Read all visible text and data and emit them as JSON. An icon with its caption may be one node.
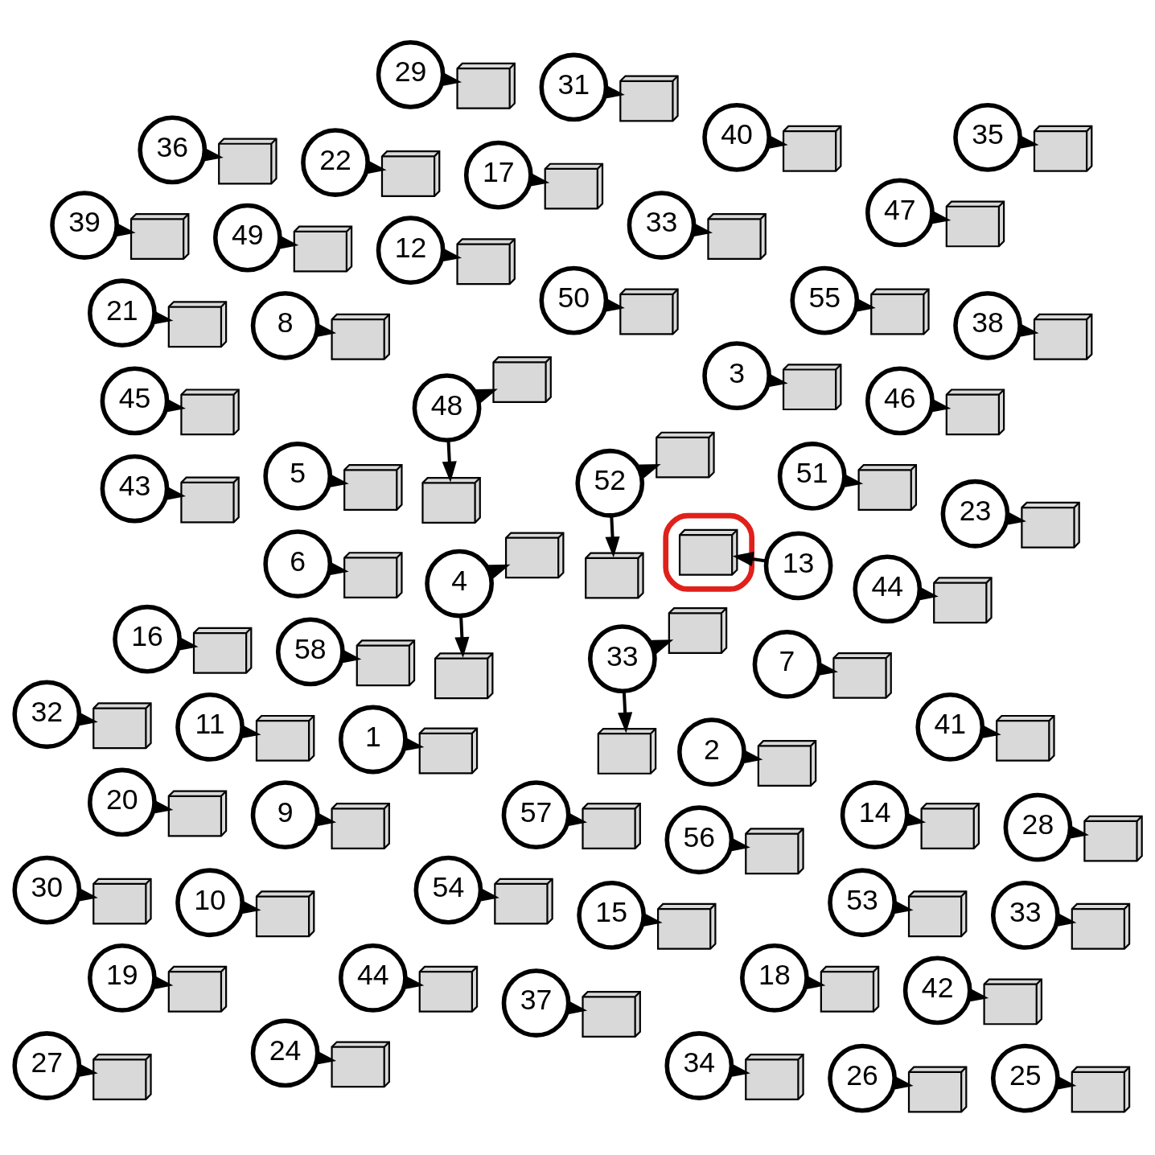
{
  "diagram": {
    "nodes": [
      {
        "text": [
          "1"
        ]
      },
      {
        "text": [],
        "shape": "picture"
      },
      {
        "text": [
          "2"
        ]
      },
      {
        "text": [],
        "shape": "picture"
      },
      {
        "text": [
          "3"
        ]
      },
      {
        "text": [],
        "shape": "picture"
      },
      {
        "text": [
          "58"
        ]
      },
      {
        "text": [],
        "shape": "picture"
      },
      {
        "text": [
          "57"
        ]
      },
      {
        "text": [],
        "shape": "picture"
      },
      {
        "text": [
          "4"
        ]
      },
      {
        "text": [],
        "shape": "picture"
      },
      {
        "text": [],
        "shape": "picture"
      },
      {
        "text": [
          "5"
        ]
      },
      {
        "text": [],
        "shape": "picture"
      },
      {
        "text": [
          "6"
        ]
      },
      {
        "text": [],
        "shape": "picture"
      },
      {
        "text": [
          "7"
        ]
      },
      {
        "text": [],
        "shape": "picture"
      },
      {
        "text": [
          "8"
        ]
      },
      {
        "text": [],
        "shape": "picture"
      },
      {
        "text": [
          "9"
        ]
      },
      {
        "text": [],
        "shape": "picture"
      },
      {
        "text": [
          "56"
        ]
      },
      {
        "text": [],
        "shape": "picture"
      },
      {
        "text": [
          "51"
        ]
      },
      {
        "text": [],
        "shape": "picture"
      },
      {
        "text": [
          "50"
        ]
      },
      {
        "text": [],
        "shape": "picture"
      },
      {
        "text": [
          "55"
        ]
      },
      {
        "text": [],
        "shape": "picture"
      },
      {
        "text": [
          "54"
        ]
      },
      {
        "text": [],
        "shape": "picture"
      },
      {
        "text": [
          "53"
        ]
      },
      {
        "text": [],
        "shape": "picture"
      },
      {
        "text": [
          "52"
        ]
      },
      {
        "text": [],
        "shape": "picture"
      },
      {
        "text": [],
        "shape": "picture"
      },
      {
        "text": [
          "12"
        ]
      },
      {
        "text": [],
        "shape": "picture"
      },
      {
        "text": [
          "11"
        ]
      },
      {
        "text": [],
        "shape": "picture"
      },
      {
        "text": [
          "10"
        ]
      },
      {
        "text": [],
        "shape": "picture"
      },
      {
        "text": [
          "15"
        ]
      },
      {
        "text": [],
        "shape": "picture"
      },
      {
        "text": [
          "14"
        ]
      },
      {
        "text": [],
        "shape": "picture"
      },
      {
        "text": [
          "49"
        ]
      },
      {
        "text": [],
        "shape": "picture"
      },
      {
        "text": [],
        "shape": "box"
      },
      {
        "text": [],
        "shape": "picture",
        "in": 50
      },
      {
        "text": [
          "13"
        ]
      },
      {
        "text": [
          "48"
        ]
      },
      {
        "text": [],
        "shape": "picture"
      },
      {
        "text": [],
        "shape": "picture"
      },
      {
        "text": [
          "44"
        ]
      },
      {
        "text": [],
        "shape": "picture"
      },
      {
        "text": [
          "33"
        ]
      },
      {
        "text": [],
        "shape": "picture"
      },
      {
        "text": [
          "46"
        ]
      },
      {
        "text": [],
        "shape": "picture"
      },
      {
        "text": [
          "47"
        ]
      },
      {
        "text": [],
        "shape": "picture"
      },
      {
        "text": [
          "16"
        ]
      },
      {
        "text": [],
        "shape": "picture"
      },
      {
        "text": [
          "18"
        ]
      },
      {
        "text": [],
        "shape": "picture"
      },
      {
        "text": [
          "17"
        ]
      },
      {
        "text": [],
        "shape": "picture"
      },
      {
        "text": [
          "45"
        ]
      },
      {
        "text": [],
        "shape": "picture"
      },
      {
        "text": [
          "43"
        ]
      },
      {
        "text": [],
        "shape": "picture"
      },
      {
        "text": [
          "44"
        ]
      },
      {
        "text": [],
        "shape": "picture"
      },
      {
        "text": [
          "33"
        ]
      },
      {
        "text": [],
        "shape": "picture"
      },
      {
        "text": [],
        "shape": "picture"
      },
      {
        "text": [
          "42"
        ]
      },
      {
        "text": [],
        "shape": "picture"
      },
      {
        "text": [
          "41"
        ]
      },
      {
        "text": [],
        "shape": "picture"
      },
      {
        "text": [
          "22"
        ]
      },
      {
        "text": [],
        "shape": "picture"
      },
      {
        "text": [
          "21"
        ]
      },
      {
        "text": [],
        "shape": "picture"
      },
      {
        "text": [
          "20"
        ]
      },
      {
        "text": [],
        "shape": "picture"
      },
      {
        "text": [
          "19"
        ]
      },
      {
        "text": [],
        "shape": "picture"
      },
      {
        "text": [
          "37"
        ]
      },
      {
        "text": [],
        "shape": "picture"
      },
      {
        "text": [
          "36"
        ]
      },
      {
        "text": [],
        "shape": "picture"
      },
      {
        "text": [
          "23"
        ]
      },
      {
        "text": [],
        "shape": "picture"
      },
      {
        "text": [
          "40"
        ]
      },
      {
        "text": [],
        "shape": "picture"
      },
      {
        "text": [
          "38"
        ]
      },
      {
        "text": [],
        "shape": "picture"
      },
      {
        "text": [
          "35"
        ]
      },
      {
        "text": [],
        "shape": "picture"
      },
      {
        "text": [
          "39"
        ]
      },
      {
        "text": [],
        "shape": "picture"
      },
      {
        "text": [
          "24"
        ]
      },
      {
        "text": [],
        "shape": "picture"
      },
      {
        "text": [
          "34"
        ]
      },
      {
        "text": [],
        "shape": "picture"
      },
      {
        "text": [
          "33"
        ]
      },
      {
        "text": [],
        "shape": "picture"
      },
      {
        "text": [
          "31"
        ]
      },
      {
        "text": [],
        "shape": "picture"
      },
      {
        "text": [
          "32"
        ]
      },
      {
        "text": [],
        "shape": "picture"
      },
      {
        "text": [
          "30"
        ]
      },
      {
        "text": [],
        "shape": "picture"
      },
      {
        "text": [
          "27"
        ]
      },
      {
        "text": [],
        "shape": "picture"
      },
      {
        "text": [
          "26"
        ]
      },
      {
        "text": [],
        "shape": "picture"
      },
      {
        "text": [
          "25"
        ]
      },
      {
        "text": [],
        "shape": "picture"
      },
      {
        "text": [
          "28"
        ]
      },
      {
        "text": [],
        "shape": "picture"
      },
      {
        "text": [
          "29"
        ]
      },
      {
        "text": [],
        "shape": "picture"
      }
    ],
    "edges": [
      {
        "from": 0,
        "to": 1,
        "arrow": "to"
      },
      {
        "from": 2,
        "to": 3,
        "arrow": "to"
      },
      {
        "from": 4,
        "to": 5,
        "arrow": "to"
      },
      {
        "from": 6,
        "to": 7,
        "arrow": "to"
      },
      {
        "from": 8,
        "to": 9,
        "arrow": "to"
      },
      {
        "from": 10,
        "to": 11,
        "arrow": "to"
      },
      {
        "from": 10,
        "to": 12,
        "arrow": "to"
      },
      {
        "from": 13,
        "to": 14,
        "arrow": "to"
      },
      {
        "from": 15,
        "to": 16,
        "arrow": "to"
      },
      {
        "from": 17,
        "to": 18,
        "arrow": "to"
      },
      {
        "from": 19,
        "to": 20,
        "arrow": "to"
      },
      {
        "from": 21,
        "to": 22,
        "arrow": "to"
      },
      {
        "from": 23,
        "to": 24,
        "arrow": "to"
      },
      {
        "from": 25,
        "to": 26,
        "arrow": "to"
      },
      {
        "from": 27,
        "to": 28,
        "arrow": "to"
      },
      {
        "from": 29,
        "to": 30,
        "arrow": "to"
      },
      {
        "from": 31,
        "to": 32,
        "arrow": "to"
      },
      {
        "from": 33,
        "to": 34,
        "arrow": "to"
      },
      {
        "from": 35,
        "to": 36,
        "arrow": "to"
      },
      {
        "from": 35,
        "to": 37,
        "arrow": "to"
      },
      {
        "from": 38,
        "to": 39,
        "arrow": "to"
      },
      {
        "from": 40,
        "to": 41,
        "arrow": "to"
      },
      {
        "from": 42,
        "to": 43,
        "arrow": "to"
      },
      {
        "from": 44,
        "to": 45,
        "arrow": "to"
      },
      {
        "from": 46,
        "to": 47,
        "arrow": "to"
      },
      {
        "from": 48,
        "to": 49,
        "arrow": "to"
      },
      {
        "from": 52,
        "to": 51,
        "arrow": "to"
      },
      {
        "from": 53,
        "to": 54,
        "arrow": "to"
      },
      {
        "from": 53,
        "to": 55,
        "arrow": "to"
      },
      {
        "from": 56,
        "to": 57,
        "arrow": "to"
      },
      {
        "from": 58,
        "to": 59,
        "arrow": "to"
      },
      {
        "from": 60,
        "to": 61,
        "arrow": "to"
      },
      {
        "from": 62,
        "to": 63,
        "arrow": "to"
      },
      {
        "from": 64,
        "to": 65,
        "arrow": "to"
      },
      {
        "from": 66,
        "to": 67,
        "arrow": "to"
      },
      {
        "from": 68,
        "to": 69,
        "arrow": "to"
      },
      {
        "from": 70,
        "to": 71,
        "arrow": "to"
      },
      {
        "from": 72,
        "to": 73,
        "arrow": "to"
      },
      {
        "from": 74,
        "to": 75,
        "arrow": "to"
      },
      {
        "from": 76,
        "to": 77,
        "arrow": "to"
      },
      {
        "from": 76,
        "to": 78,
        "arrow": "to"
      },
      {
        "from": 79,
        "to": 80,
        "arrow": "to"
      },
      {
        "from": 81,
        "to": 82,
        "arrow": "to"
      },
      {
        "from": 83,
        "to": 84,
        "arrow": "to"
      },
      {
        "from": 85,
        "to": 86,
        "arrow": "to"
      },
      {
        "from": 87,
        "to": 88,
        "arrow": "to"
      },
      {
        "from": 89,
        "to": 90,
        "arrow": "to"
      },
      {
        "from": 91,
        "to": 92,
        "arrow": "to"
      },
      {
        "from": 93,
        "to": 94,
        "arrow": "to"
      },
      {
        "from": 95,
        "to": 96,
        "arrow": "to"
      },
      {
        "from": 97,
        "to": 98,
        "arrow": "to"
      },
      {
        "from": 99,
        "to": 100,
        "arrow": "to"
      },
      {
        "from": 101,
        "to": 102,
        "arrow": "to"
      },
      {
        "from": 103,
        "to": 104,
        "arrow": "to"
      },
      {
        "from": 105,
        "to": 106,
        "arrow": "to"
      },
      {
        "from": 107,
        "to": 108,
        "arrow": "to"
      },
      {
        "from": 109,
        "to": 110,
        "arrow": "to"
      },
      {
        "from": 111,
        "to": 112,
        "arrow": "to"
      },
      {
        "from": 113,
        "to": 114,
        "arrow": "to"
      },
      {
        "from": 115,
        "to": 116,
        "arrow": "to"
      },
      {
        "from": 117,
        "to": 118,
        "arrow": "to"
      },
      {
        "from": 119,
        "to": 120,
        "arrow": "to"
      },
      {
        "from": 121,
        "to": 122,
        "arrow": "to"
      },
      {
        "from": 123,
        "to": 124,
        "arrow": "to"
      },
      {
        "from": 125,
        "to": 126,
        "arrow": "to"
      }
    ]
  }
}
